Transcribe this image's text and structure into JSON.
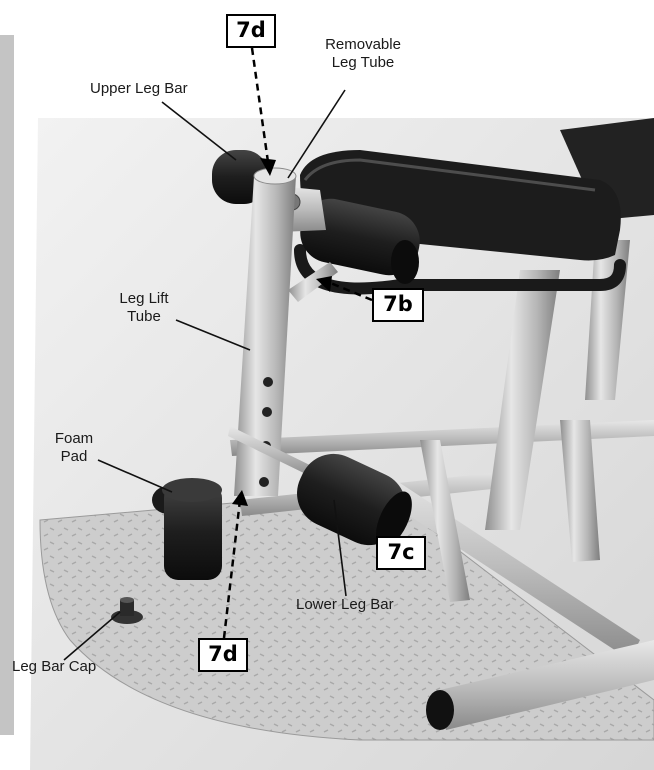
{
  "labels": {
    "removable_leg_tube": [
      "Removable",
      "Leg Tube"
    ],
    "upper_leg_bar": "Upper Leg Bar",
    "leg_lift_tube": [
      "Leg Lift",
      "Tube"
    ],
    "foam_pad": [
      "Foam",
      "Pad"
    ],
    "lower_leg_bar": "Lower Leg Bar",
    "leg_bar_cap": "Leg Bar Cap"
  },
  "callouts": {
    "top_7d": "7d",
    "step_7b": "7b",
    "step_7c": "7c",
    "bottom_7d": "7d"
  },
  "colors": {
    "metal": "#bdbdbd",
    "foam": "#1e1e1e",
    "background": "#e4e4e4",
    "floor_plate": "#cfcfcf"
  }
}
